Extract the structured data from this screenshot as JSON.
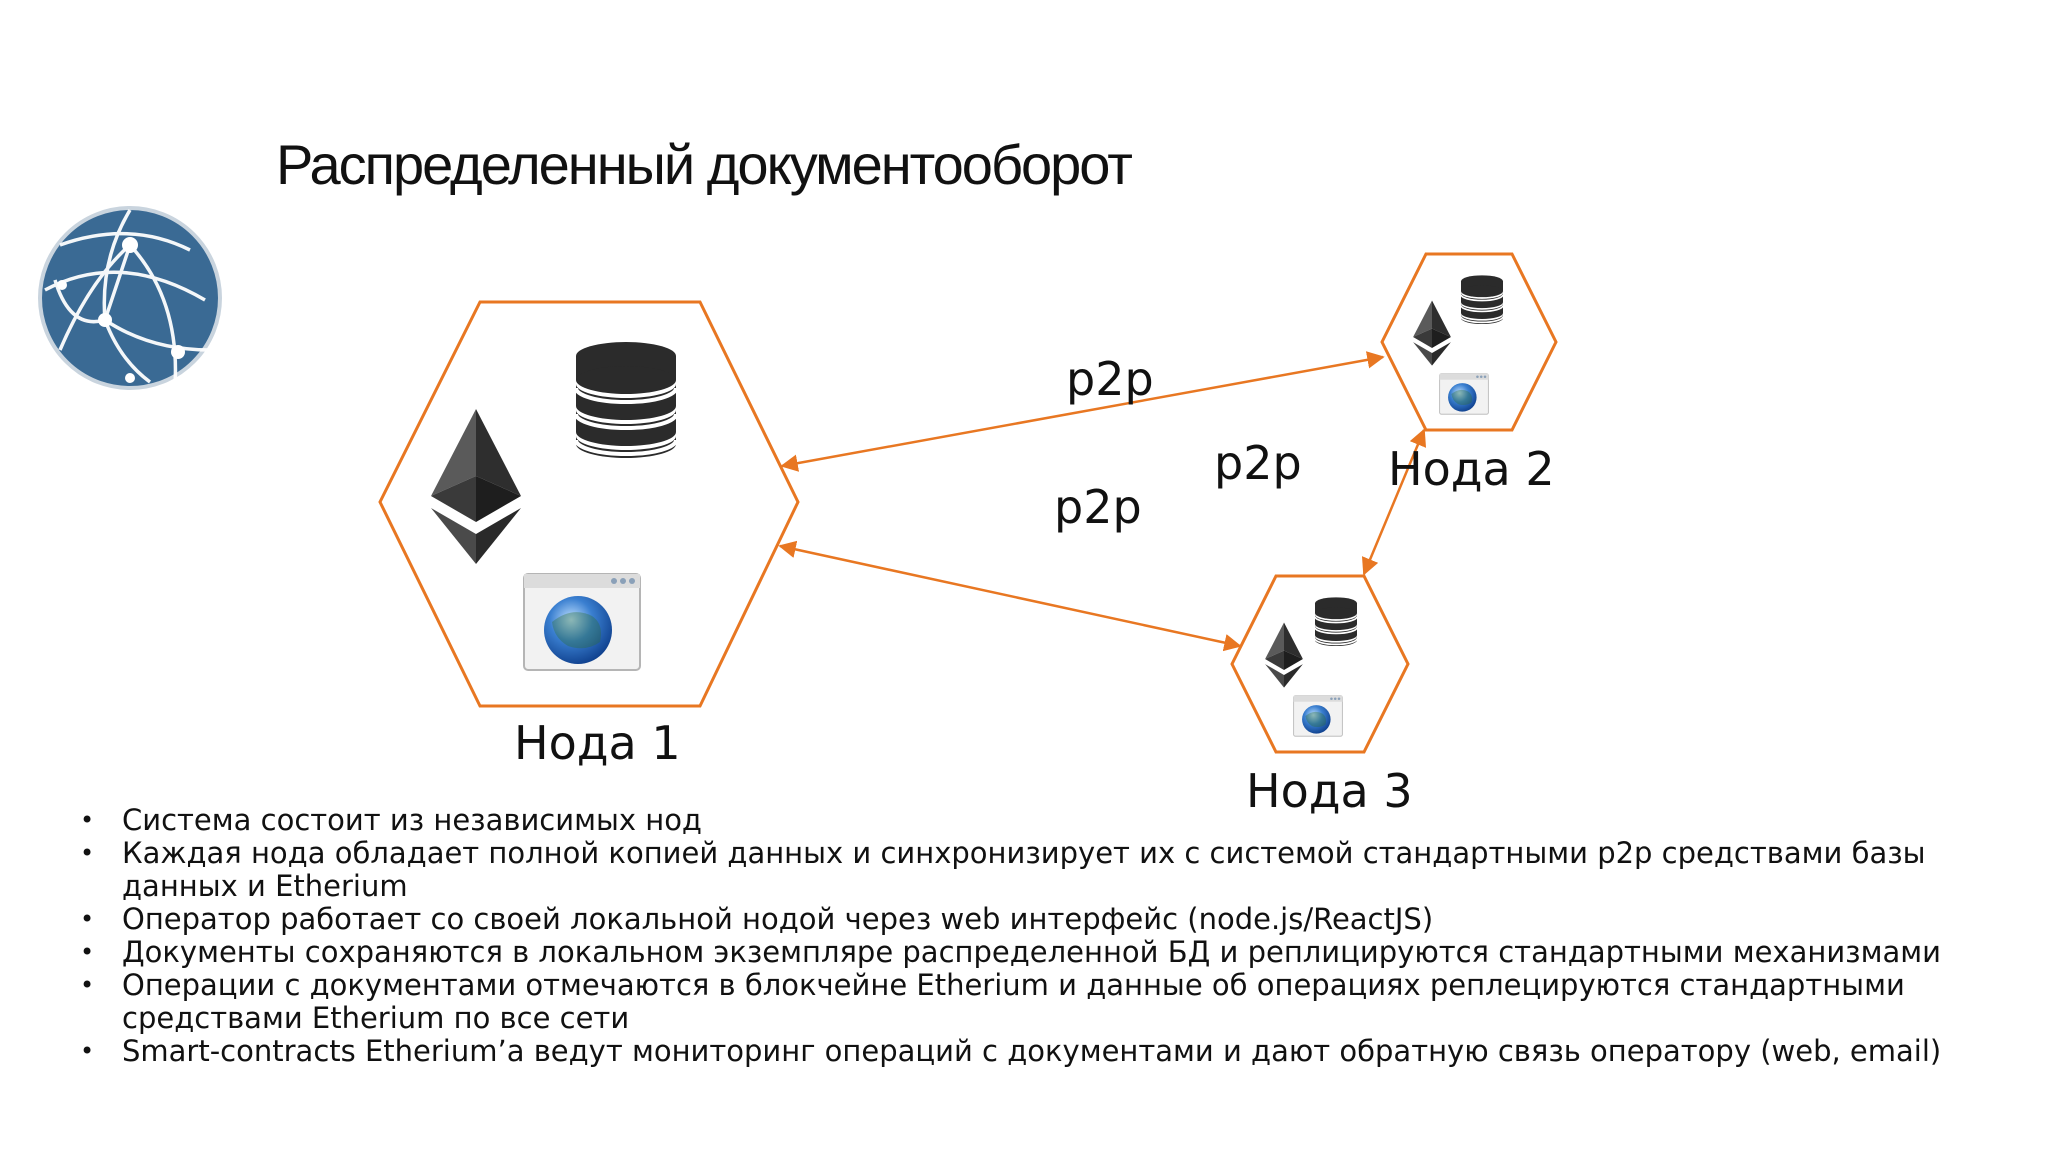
{
  "title": "Распределенный документооборот",
  "colors": {
    "accent": "#e87722",
    "globe": "#3a6a94",
    "icon_dark": "#2b2b2b"
  },
  "icons": [
    "network-globe-icon",
    "ethereum-icon",
    "database-icon",
    "browser-globe-icon"
  ],
  "nodes": [
    {
      "label": "Нода 1"
    },
    {
      "label": "Нода 2"
    },
    {
      "label": "Нода 3"
    }
  ],
  "edges": [
    {
      "from": "Нода 1",
      "to": "Нода 2",
      "label": "p2p"
    },
    {
      "from": "Нода 2",
      "to": "Нода 3",
      "label": "p2p"
    },
    {
      "from": "Нода 1",
      "to": "Нода 3",
      "label": "p2p"
    }
  ],
  "bullets": [
    " Система состоит из независимых нод",
    "Каждая нода обладает полной копией данных и синхронизирует их с системой стандартными p2p средствами базы данных и Etherium",
    "Оператор работает со своей локальной нодой через web интерфейс (node.js/ReactJS)",
    "Документы сохраняются в локальном экземпляре распределенной БД и реплицируются стандартными механизмами",
    "Операции с документами отмечаются в блокчейне Etherium и данные об операциях реплецируются стандартными средствами Etherium по все сети",
    "Smart-contracts Etherium’а ведут мониторинг операций с документами и дают обратную связь оператору (web, email)"
  ]
}
